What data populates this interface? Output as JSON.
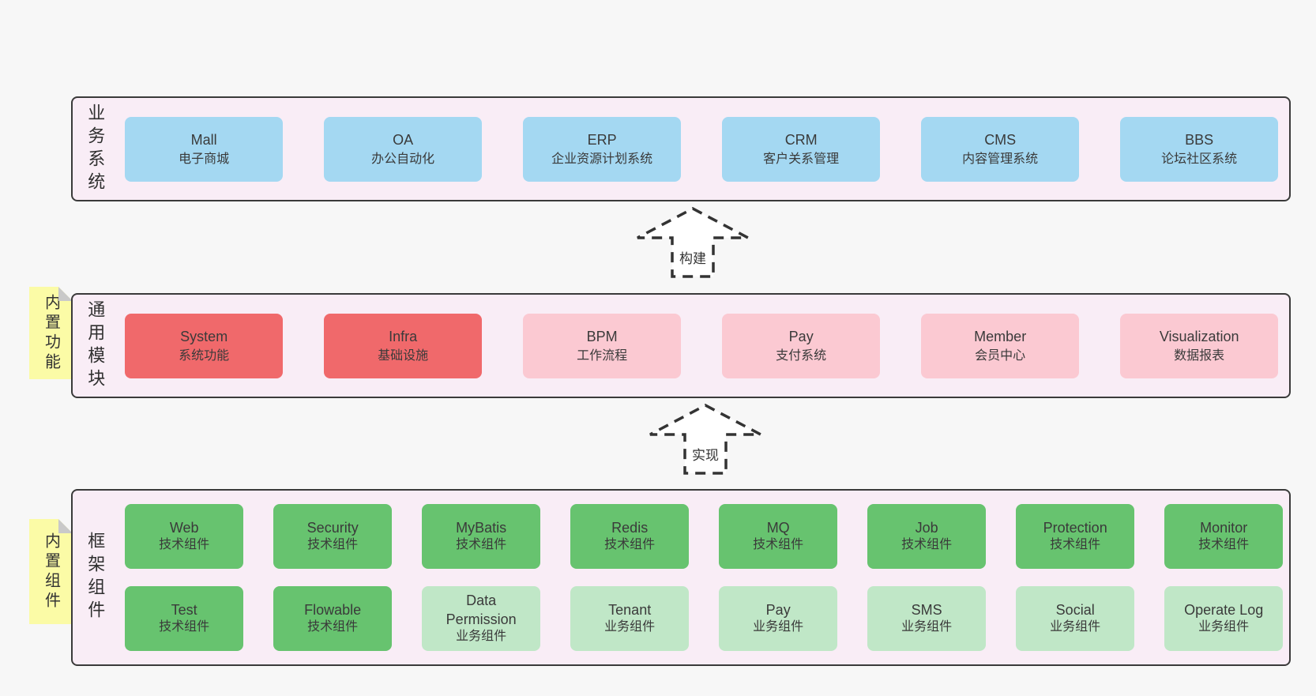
{
  "colors": {
    "page_bg": "#f7f7f7",
    "panel_bg": "#f9edf6",
    "panel_border": "#3a3a3a",
    "blue": "#a4d8f2",
    "red": "#f0696b",
    "pink": "#fbc9d2",
    "green": "#67c36f",
    "light_green": "#c0e7c7",
    "sticky_yellow": "#fbfba6",
    "sticky_fold": "#c9c9c9",
    "arrow_fill": "#ffffff",
    "text": "#3a3a3a"
  },
  "arrows": {
    "build": "构建",
    "implement": "实现"
  },
  "stickies": {
    "functions": "内置功能",
    "components": "内置组件"
  },
  "business": {
    "label": "业务系统",
    "items": [
      {
        "name": "Mall",
        "desc": "电子商城",
        "variant": "blue"
      },
      {
        "name": "OA",
        "desc": "办公自动化",
        "variant": "blue"
      },
      {
        "name": "ERP",
        "desc": "企业资源计划系统",
        "variant": "blue"
      },
      {
        "name": "CRM",
        "desc": "客户关系管理",
        "variant": "blue"
      },
      {
        "name": "CMS",
        "desc": "内容管理系统",
        "variant": "blue"
      },
      {
        "name": "BBS",
        "desc": "论坛社区系统",
        "variant": "blue"
      }
    ]
  },
  "modules": {
    "label": "通用模块",
    "items": [
      {
        "name": "System",
        "desc": "系统功能",
        "variant": "red"
      },
      {
        "name": "Infra",
        "desc": "基础设施",
        "variant": "red"
      },
      {
        "name": "BPM",
        "desc": "工作流程",
        "variant": "pink"
      },
      {
        "name": "Pay",
        "desc": "支付系统",
        "variant": "pink"
      },
      {
        "name": "Member",
        "desc": "会员中心",
        "variant": "pink"
      },
      {
        "name": "Visualization",
        "desc": "数据报表",
        "variant": "pink"
      }
    ]
  },
  "framework": {
    "label": "框架组件",
    "row1": [
      {
        "name": "Web",
        "desc": "技术组件",
        "variant": "green"
      },
      {
        "name": "Security",
        "desc": "技术组件",
        "variant": "green"
      },
      {
        "name": "MyBatis",
        "desc": "技术组件",
        "variant": "green"
      },
      {
        "name": "Redis",
        "desc": "技术组件",
        "variant": "green"
      },
      {
        "name": "MQ",
        "desc": "技术组件",
        "variant": "green"
      },
      {
        "name": "Job",
        "desc": "技术组件",
        "variant": "green"
      },
      {
        "name": "Protection",
        "desc": "技术组件",
        "variant": "green"
      },
      {
        "name": "Monitor",
        "desc": "技术组件",
        "variant": "green"
      }
    ],
    "row2": [
      {
        "name": "Test",
        "desc": "技术组件",
        "variant": "green"
      },
      {
        "name": "Flowable",
        "desc": "技术组件",
        "variant": "green"
      },
      {
        "name": "Data Permission",
        "desc": "业务组件",
        "variant": "lgreen"
      },
      {
        "name": "Tenant",
        "desc": "业务组件",
        "variant": "lgreen"
      },
      {
        "name": "Pay",
        "desc": "业务组件",
        "variant": "lgreen"
      },
      {
        "name": "SMS",
        "desc": "业务组件",
        "variant": "lgreen"
      },
      {
        "name": "Social",
        "desc": "业务组件",
        "variant": "lgreen"
      },
      {
        "name": "Operate Log",
        "desc": "业务组件",
        "variant": "lgreen"
      }
    ]
  }
}
